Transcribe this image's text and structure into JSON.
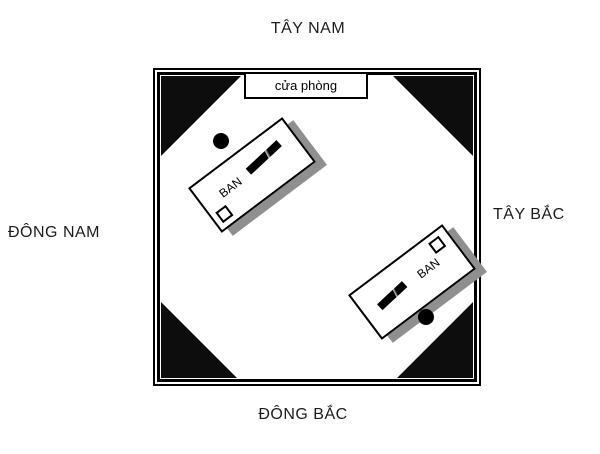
{
  "diagram": {
    "compass": {
      "top": "TÂY NAM",
      "left": "ĐÔNG NAM",
      "right": "TÂY BẮC",
      "bottom": "ĐÔNG BẮC"
    },
    "door": {
      "label": "cửa phòng"
    },
    "desks": [
      {
        "label": "BAN"
      },
      {
        "label": "BAN"
      }
    ],
    "colors": {
      "wall": "#000000",
      "corner_fill": "#0d0d0d",
      "desk_shadow": "#8f8f8f",
      "background": "#ffffff"
    }
  }
}
